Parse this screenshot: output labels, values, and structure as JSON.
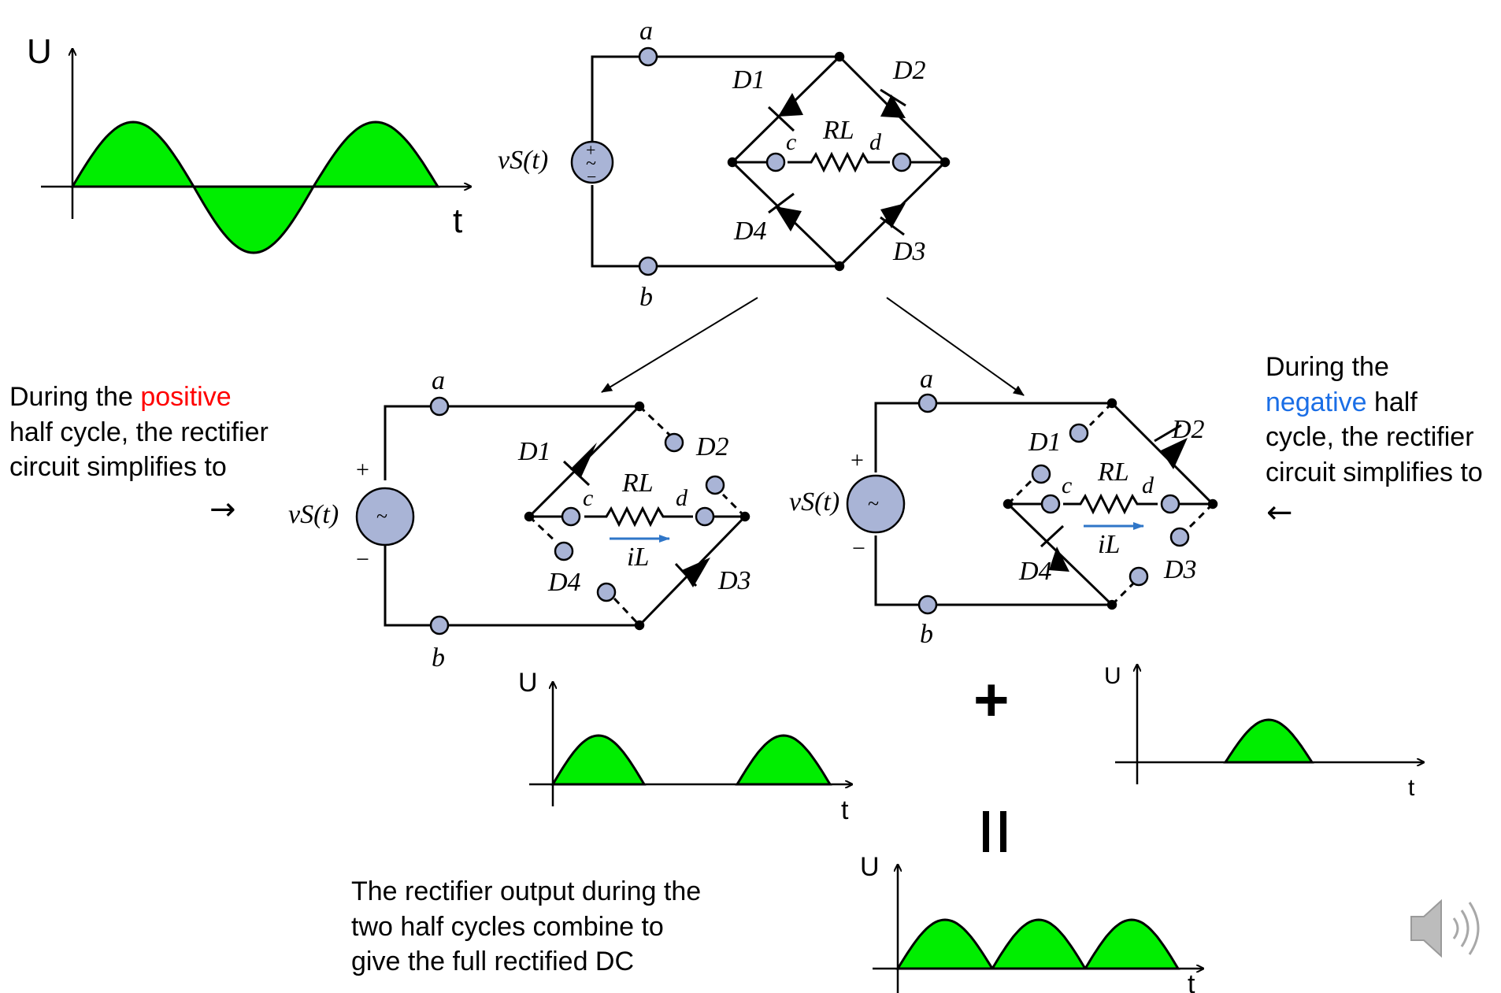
{
  "captions": {
    "positive_part1": "During the ",
    "positive_highlight": "positive",
    "positive_line2": "half cycle, the rectifier",
    "positive_line3": "circuit simplifies to",
    "negative_line1": "During the",
    "negative_highlight": "negative",
    "negative_part2": " half",
    "negative_line3": "cycle, the rectifier",
    "negative_line4": "circuit simplifies to",
    "combined_line1": "The rectifier output during the",
    "combined_line2": "two half cycles combine to",
    "combined_line3": "give the full rectified DC"
  },
  "arrows": {
    "right": "→",
    "left": "←"
  },
  "symbols": {
    "plus": "+",
    "equals": "="
  },
  "axes": {
    "u": "U",
    "t": "t"
  },
  "circuit_labels": {
    "node_a": "a",
    "node_b": "b",
    "node_c": "c",
    "node_d": "d",
    "source": "vS(t)",
    "resistor": "RL",
    "current": "iL",
    "d1": "D1",
    "d2": "D2",
    "d3": "D3",
    "d4": "D4",
    "plus": "+",
    "minus": "−"
  },
  "colors": {
    "wave_fill": "#00ee00",
    "node_fill": "#a9b4d6",
    "current_arrow": "#2f76c8",
    "positive": "#ff0000",
    "negative": "#1a6ee6"
  },
  "icons": {
    "speaker": "speaker-icon"
  }
}
